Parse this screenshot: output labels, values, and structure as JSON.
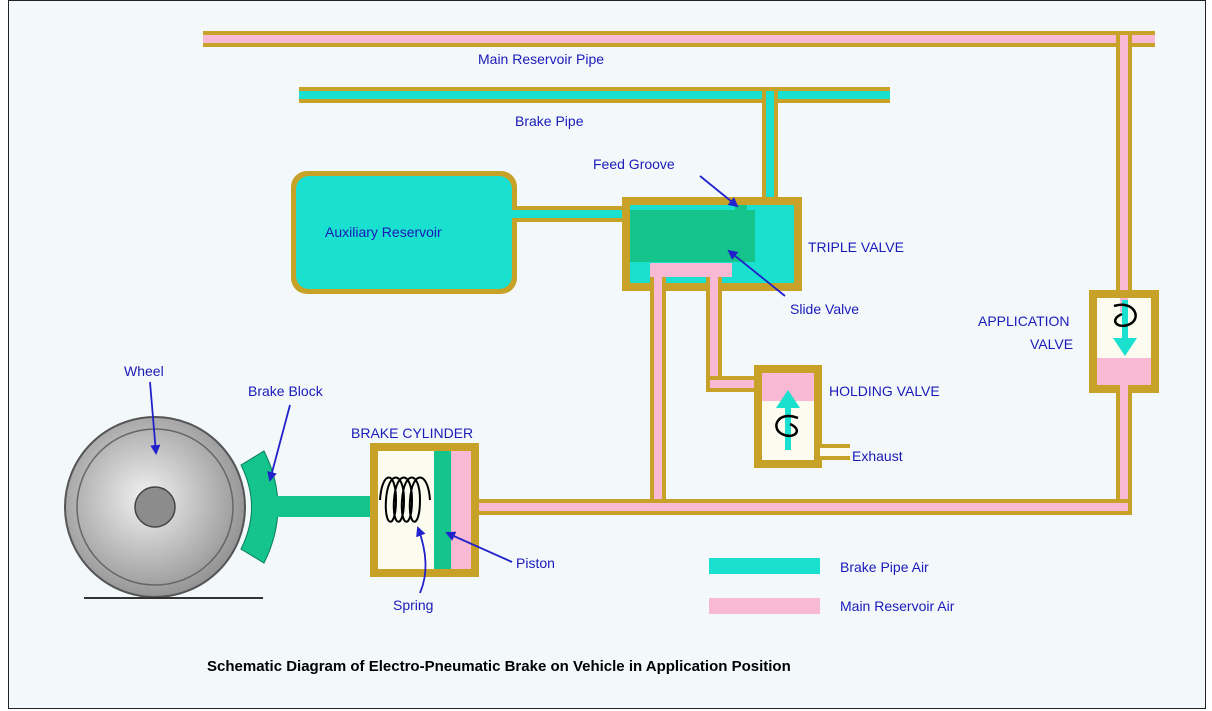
{
  "labels": {
    "main_reservoir_pipe": "Main Reservoir Pipe",
    "brake_pipe": "Brake Pipe",
    "feed_groove": "Feed Groove",
    "auxiliary_reservoir": "Auxiliary Reservoir",
    "triple_valve": "TRIPLE VALVE",
    "slide_valve": "Slide Valve",
    "application_valve_line1": "APPLICATION",
    "application_valve_line2": "VALVE",
    "holding_valve": "HOLDING VALVE",
    "exhaust": "Exhaust",
    "wheel": "Wheel",
    "brake_block": "Brake Block",
    "brake_cylinder": "BRAKE CYLINDER",
    "piston": "Piston",
    "spring": "Spring"
  },
  "legend": {
    "brake_pipe_air": "Brake Pipe Air",
    "main_reservoir_air": "Main Reservoir Air"
  },
  "caption": "Schematic Diagram of Electro-Pneumatic Brake on Vehicle in Application Position",
  "colors": {
    "brake_pipe_air": "#19e0cf",
    "main_reservoir_air": "#f7b9d3",
    "pipe_wall": "#c8a228",
    "dark_green": "#14c48a",
    "label_text": "#1a1ab8",
    "background": "#f3f9fb"
  }
}
